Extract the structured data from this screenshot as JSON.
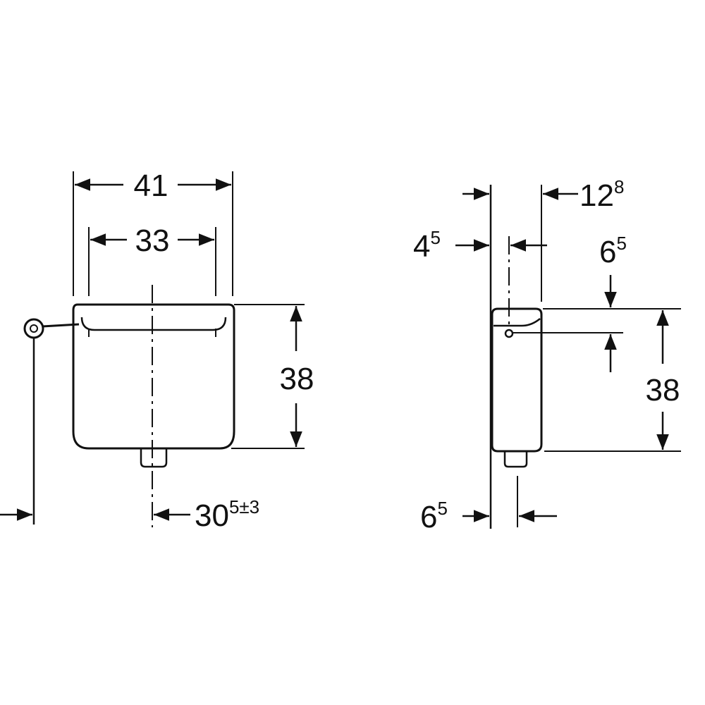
{
  "colors": {
    "line": "#111111",
    "background": "#ffffff"
  },
  "front_view": {
    "width_outer": "41",
    "width_inner": "33",
    "height": "38",
    "outlet_offset_main": "30",
    "outlet_offset_sup": "5±3"
  },
  "side_view": {
    "top_offset_main": "12",
    "top_offset_sup": "8",
    "wall_offset_main": "4",
    "wall_offset_sup": "5",
    "hole_offset_main": "6",
    "hole_offset_sup": "5",
    "height": "38",
    "outlet_offset_main": "6",
    "outlet_offset_sup": "5"
  }
}
